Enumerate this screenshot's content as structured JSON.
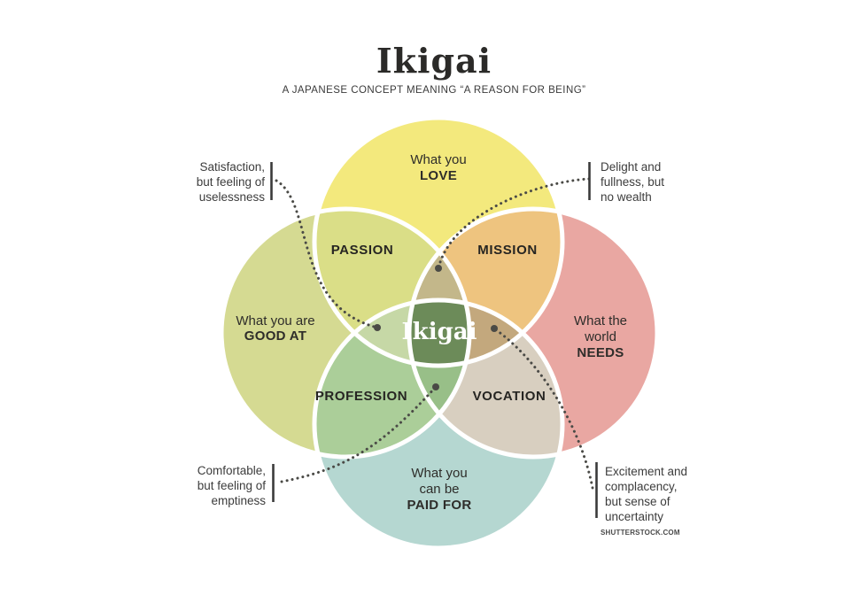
{
  "header": {
    "title": "Ikigai",
    "subtitle": "A JAPANESE CONCEPT MEANING “A REASON FOR BEING”"
  },
  "circles": {
    "love": {
      "line1": "What you",
      "line2": "LOVE",
      "color": "#f3e97d"
    },
    "good_at": {
      "line1": "What you are",
      "line2": "GOOD AT",
      "color": "#d5da92"
    },
    "needs": {
      "line1": "What the",
      "line2": "world",
      "line3": "NEEDS",
      "color": "#e9a7a2"
    },
    "paid_for": {
      "line1": "What you",
      "line2": "can be",
      "line3": "PAID FOR",
      "color": "#b5d7d1"
    }
  },
  "overlaps": {
    "passion": {
      "label": "PASSION",
      "color": "#dade87"
    },
    "mission": {
      "label": "MISSION",
      "color": "#eec47f"
    },
    "profession": {
      "label": "PROFESSION",
      "color": "#abce99"
    },
    "vocation": {
      "label": "VOCATION",
      "color": "#d8cfc0"
    },
    "love_goodat_needs": {
      "color": "#c3b78a"
    },
    "love_goodat_paidfor": {
      "color": "#c6d8a6"
    },
    "love_needs_paidfor": {
      "color": "#c3a87d"
    },
    "goodat_needs_paidfor": {
      "color": "#98bf88"
    }
  },
  "center": {
    "label": "Ikigai",
    "color": "#6c8b59"
  },
  "annotations": {
    "top_left": {
      "line1": "Satisfaction,",
      "line2": "but feeling of",
      "line3": "uselessness"
    },
    "top_right": {
      "line1": "Delight and",
      "line2": "fullness, but",
      "line3": "no wealth"
    },
    "bottom_left": {
      "line1": "Comfortable,",
      "line2": "but feeling of",
      "line3": "emptiness"
    },
    "bottom_right": {
      "line1": "Excitement and",
      "line2": "complacency,",
      "line3": "but sense of",
      "line4": "uncertainty"
    }
  },
  "palette": {
    "outline": "#ffffff",
    "leader": "#4a4a46",
    "bar": "#3a3a3a"
  },
  "credit": "SHUTTERSTOCK.COM"
}
